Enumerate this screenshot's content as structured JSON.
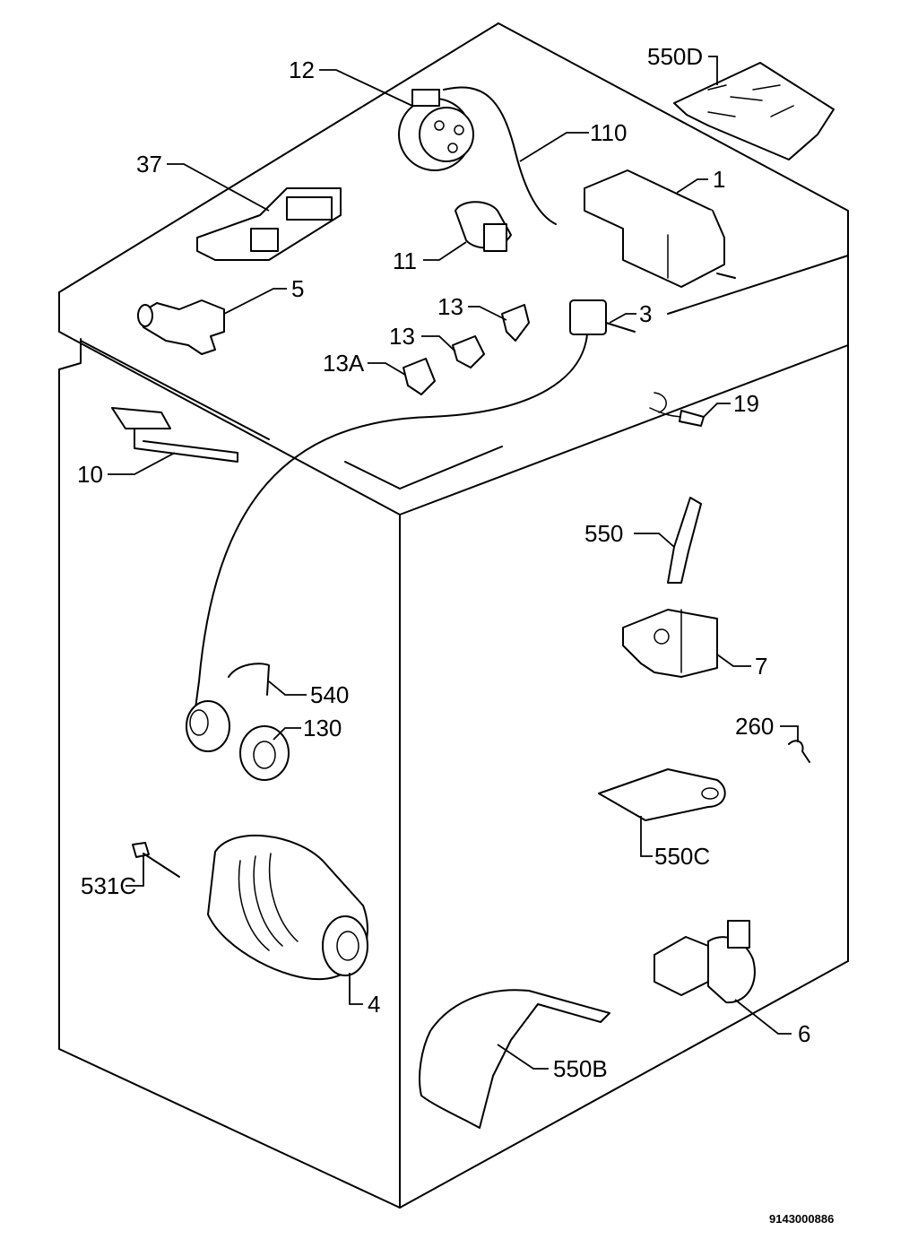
{
  "document_number": "9143000886",
  "callouts": [
    {
      "id": "550d",
      "text": "550D"
    },
    {
      "id": "12",
      "text": "12"
    },
    {
      "id": "110",
      "text": "110"
    },
    {
      "id": "37",
      "text": "37"
    },
    {
      "id": "1",
      "text": "1"
    },
    {
      "id": "11",
      "text": "11"
    },
    {
      "id": "5",
      "text": "5"
    },
    {
      "id": "13-upper",
      "text": "13"
    },
    {
      "id": "3",
      "text": "3"
    },
    {
      "id": "13-lower",
      "text": "13"
    },
    {
      "id": "13a",
      "text": "13A"
    },
    {
      "id": "19",
      "text": "19"
    },
    {
      "id": "10",
      "text": "10"
    },
    {
      "id": "550",
      "text": "550"
    },
    {
      "id": "7",
      "text": "7"
    },
    {
      "id": "540",
      "text": "540"
    },
    {
      "id": "130",
      "text": "130"
    },
    {
      "id": "260",
      "text": "260"
    },
    {
      "id": "550c",
      "text": "550C"
    },
    {
      "id": "531c",
      "text": "531C"
    },
    {
      "id": "4",
      "text": "4"
    },
    {
      "id": "6",
      "text": "6"
    },
    {
      "id": "550b",
      "text": "550B"
    }
  ]
}
